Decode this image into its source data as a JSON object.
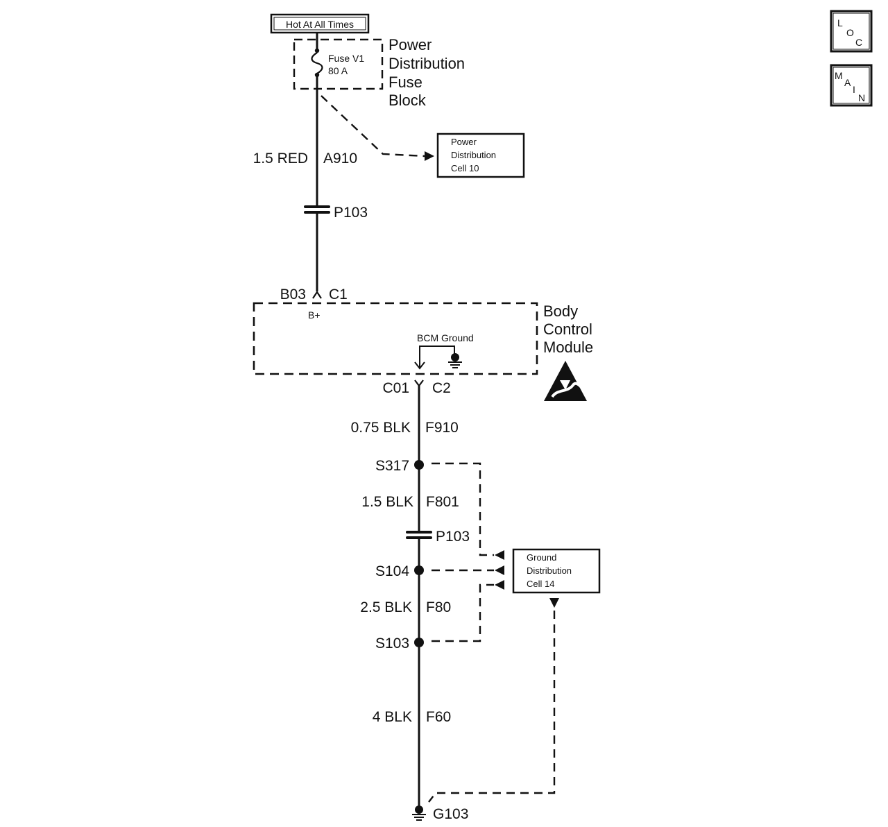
{
  "icons": {
    "loc": {
      "letters": [
        "L",
        "O",
        "C"
      ]
    },
    "main": {
      "letters": [
        "M",
        "A",
        "I",
        "N"
      ]
    }
  },
  "power_source": {
    "label": "Hot At All Times"
  },
  "fuse": {
    "name": "Fuse V1",
    "rating": "80 A"
  },
  "fuse_block": {
    "lines": [
      "Power",
      "Distribution",
      "Fuse",
      "Block"
    ]
  },
  "power_cell": {
    "lines": [
      "Power",
      "Distribution",
      "Cell 10"
    ]
  },
  "ground_cell": {
    "lines": [
      "Ground",
      "Distribution",
      "Cell 14"
    ]
  },
  "bcm": {
    "lines": [
      "Body",
      "Control",
      "Module"
    ],
    "b_plus": "B+",
    "ground_label": "BCM Ground",
    "input_pin": "B03",
    "input_connector": "C1",
    "output_pin": "C01",
    "output_connector": "C2"
  },
  "wires": {
    "a910": {
      "size_color": "1.5 RED",
      "circuit": "A910"
    },
    "f910": {
      "size_color": "0.75 BLK",
      "circuit": "F910"
    },
    "f801": {
      "size_color": "1.5 BLK",
      "circuit": "F801"
    },
    "f80": {
      "size_color": "2.5 BLK",
      "circuit": "F80"
    },
    "f60": {
      "size_color": "4 BLK",
      "circuit": "F60"
    }
  },
  "connectors": {
    "upper": "P103",
    "lower": "P103"
  },
  "splices": {
    "s317": "S317",
    "s104": "S104",
    "s103": "S103"
  },
  "ground": {
    "name": "G103"
  }
}
